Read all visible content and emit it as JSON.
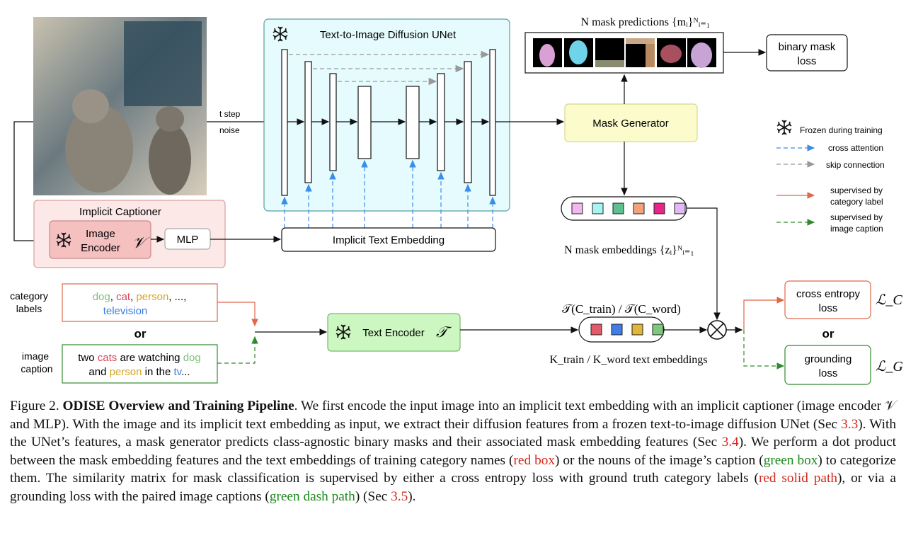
{
  "figure": {
    "unet_title": "Text-to-Image Diffusion UNet",
    "t_step": "t step",
    "noise": "noise",
    "implicit_captioner": "Implicit Captioner",
    "image_encoder_line1": "Image",
    "image_encoder_line2": "Encoder",
    "image_encoder_symbol": "𝒱",
    "mlp": "MLP",
    "implicit_text_embedding": "Implicit Text Embedding",
    "mask_generator": "Mask Generator",
    "mask_predictions": "N mask predictions {mᵢ}ᴺᵢ₌₁",
    "binary_mask_loss_line1": "binary mask",
    "binary_mask_loss_line2": "loss",
    "mask_embeddings": "N mask embeddings {zᵢ}ᴺᵢ₌₁",
    "mask_embedding_colors": [
      "#f4b6f0",
      "#a6f4f4",
      "#5fbf8f",
      "#f3a37a",
      "#e8238a",
      "#e3b8f4"
    ],
    "text_embedding_colors": [
      "#e45a6a",
      "#3f7ee8",
      "#e2b63a",
      "#7ec87e"
    ],
    "text_embeddings_top": "𝒯(C_train) / 𝒯(C_word)",
    "text_embeddings_bottom": "K_train / K_word text embeddings",
    "category_labels_line1": "category",
    "category_labels_line2": "labels",
    "category_words": {
      "dog": "dog",
      "cat": "cat",
      "person": "person",
      "ellipsis": ", ...,",
      "television": "television"
    },
    "or": "or",
    "image_caption_line1": "image",
    "image_caption_line2": "caption",
    "caption_words": {
      "two": "two ",
      "cats": "cats",
      "watching": " are watching ",
      "dog": "dog",
      "and": "and ",
      "person": "person",
      "inthe": " in the ",
      "tv": "tv",
      "ellipsis": "..."
    },
    "text_encoder": "Text Encoder",
    "text_encoder_symbol": "𝒯",
    "cross_entropy_line1": "cross entropy",
    "cross_entropy_line2": "loss",
    "loss_c": "ℒ_C",
    "grounding_line1": "grounding",
    "grounding_line2": "loss",
    "loss_g": "ℒ_G",
    "legend": {
      "frozen": "Frozen during training",
      "cross_attention": "cross attention",
      "skip_connection": "skip connection",
      "supervised_category_1": "supervised by",
      "supervised_category_2": "category label",
      "supervised_caption_1": "supervised by",
      "supervised_caption_2": "image caption"
    },
    "colors": {
      "red": "#e0674a",
      "green": "#2e8b2e",
      "blue": "#3a8ee8",
      "gray": "#999999"
    }
  },
  "caption": {
    "segments": [
      "Figure 2. ",
      "ODISE Overview and Training Pipeline",
      ". We first encode the input image into an implicit text embedding with an implicit captioner (image encoder 𝒱 and MLP). With the image and its implicit text embedding as input, we extract their diffusion features from a frozen text-to-image diffusion UNet (Sec ",
      "3.3",
      "). With the UNet’s features, a mask generator predicts class-agnostic binary masks and their associated mask embedding features (Sec ",
      "3.4",
      "). We perform a dot product between the mask embedding features and the text embeddings of training category names (",
      "red box",
      ") or the nouns of the image’s caption (",
      "green box",
      ") to categorize them. The similarity matrix for mask classification is supervised by either a cross entropy loss with ground truth category labels (",
      "red solid path",
      "), or via a grounding loss with the paired image captions (",
      "green dash path",
      ") (Sec ",
      "3.5",
      ")."
    ]
  }
}
